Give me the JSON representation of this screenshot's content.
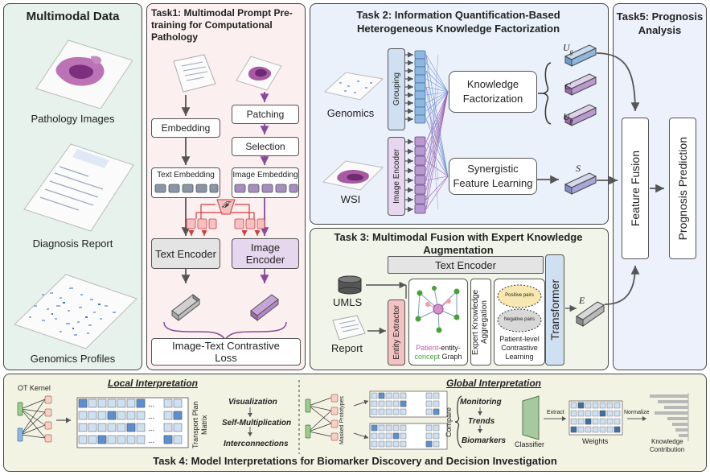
{
  "multimodal": {
    "title": "Multimodal Data",
    "pathology": "Pathology Images",
    "report": "Diagnosis Report",
    "genomics": "Genomics Profiles"
  },
  "task1": {
    "title": "Task1: Multimodal Prompt Pre-training for Computational Pathology",
    "embedding": "Embedding",
    "patching": "Patching",
    "selection": "Selection",
    "text_embedding": "Text Embedding",
    "image_embedding": "Image Embedding",
    "text_encoder": "Text Encoder",
    "image_encoder": "Image Encoder",
    "loss": "Image-Text Contrastive Loss",
    "func_symbol": "𝓕"
  },
  "task2": {
    "title": "Task 2: Information Quantification-Based Heterogeneous Knowledge Factorization",
    "genomics": "Genomics",
    "wsi": "WSI",
    "grouping": "Grouping",
    "image_encoder": "Image Encoder",
    "knowledge_factorization": "Knowledge Factorization",
    "synergistic": "Synergistic Feature Learning",
    "ug": "U",
    "ug_sub": "g",
    "c": "C",
    "up": "U",
    "up_sub": "p",
    "s": "S"
  },
  "task3": {
    "title": "Task 3: Multimodal Fusion with Expert Knowledge Augmentation",
    "text_encoder": "Text Encoder",
    "umls": "UMLS",
    "report": "Report",
    "entity_extractor": "Entity Extractor",
    "graph_patient": "Patient",
    "graph_entity": "-entity-",
    "graph_concept": "concept",
    "graph_word": " Graph",
    "expert_agg": "Expert Knowledge Aggregation",
    "positive": "Positive pairs",
    "negative": "Negative pairs",
    "contrastive": "Patient-level Contrastive Learning",
    "transformer": "Transformer",
    "e": "E"
  },
  "task5": {
    "title": "Task5: Prognosis Analysis",
    "fusion": "Feature Fusion",
    "prediction": "Prognosis Prediction"
  },
  "task4": {
    "title": "Task 4: Model Interpretations for Biomarker Discovery and Decision Investigation",
    "local": "Local Interpretation",
    "global": "Global Interpretation",
    "ot_kernel": "OT Kernel",
    "transport": "Transport Plan Matrix",
    "visualization": "Visualization",
    "self_mult": "Self-Multiplication",
    "interconnections": "Interconnections",
    "masked": "Masked Prototypes",
    "compare": "Compare",
    "monitoring": "Monitoring",
    "trends": "Trends",
    "biomarkers": "Biomarkers",
    "classifier": "Classifier",
    "extract": "Extract",
    "weights": "Weights",
    "normalize": "Normalize",
    "contribution_1": "Knowledge",
    "contribution_2": "Contribution",
    "ellipsis": "..."
  },
  "colors": {
    "panel_multimodal": "#e8f2ec",
    "panel_task1": "#fbeff0",
    "panel_task2": "#eaf1fa",
    "panel_task3": "#f1f5e9",
    "panel_task5": "#edf1fb",
    "panel_task4": "#f3f3e4",
    "blue": "#8fb8e0",
    "purple": "#b89ad0",
    "pink": "#f4c2c2",
    "gray_box": "#e4e4e4",
    "purple_box": "#e6d6ee",
    "arrow_purple": "#8a4a9a",
    "arrow_red": "#d23a3a",
    "arrow_gray": "#555555",
    "green": "#9ccc8e"
  }
}
